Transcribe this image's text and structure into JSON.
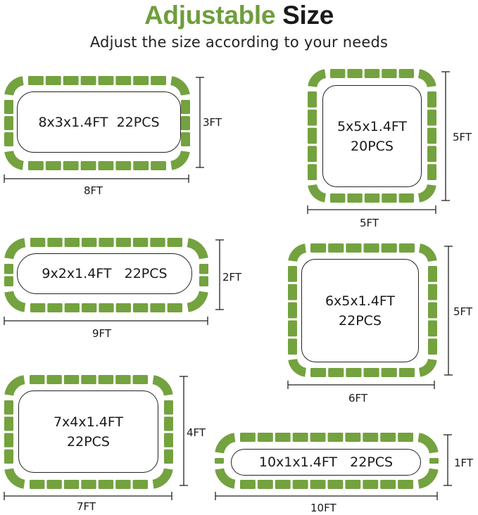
{
  "header": {
    "title_green": "Adjustable",
    "title_dark": "Size",
    "subtitle": "Adjust the size according to your needs"
  },
  "colors": {
    "brand_green": "#6e9e3c",
    "segment_green": "#73a23f",
    "line": "#222222"
  },
  "beds": [
    {
      "id": "8x3",
      "label": "8x3x1.4FT  22PCS",
      "width_label": "8FT",
      "height_label": "3FT"
    },
    {
      "id": "5x5",
      "label": "5x5x1.4FT\n20PCS",
      "width_label": "5FT",
      "height_label": "5FT"
    },
    {
      "id": "9x2",
      "label": "9x2x1.4FT   22PCS",
      "width_label": "9FT",
      "height_label": "2FT"
    },
    {
      "id": "6x5",
      "label": "6x5x1.4FT\n22PCS",
      "width_label": "6FT",
      "height_label": "5FT"
    },
    {
      "id": "7x4",
      "label": "7x4x1.4FT\n22PCS",
      "width_label": "7FT",
      "height_label": "4FT"
    },
    {
      "id": "10x1",
      "label": "10x1x1.4FT   22PCS",
      "width_label": "10FT",
      "height_label": "1FT"
    }
  ]
}
